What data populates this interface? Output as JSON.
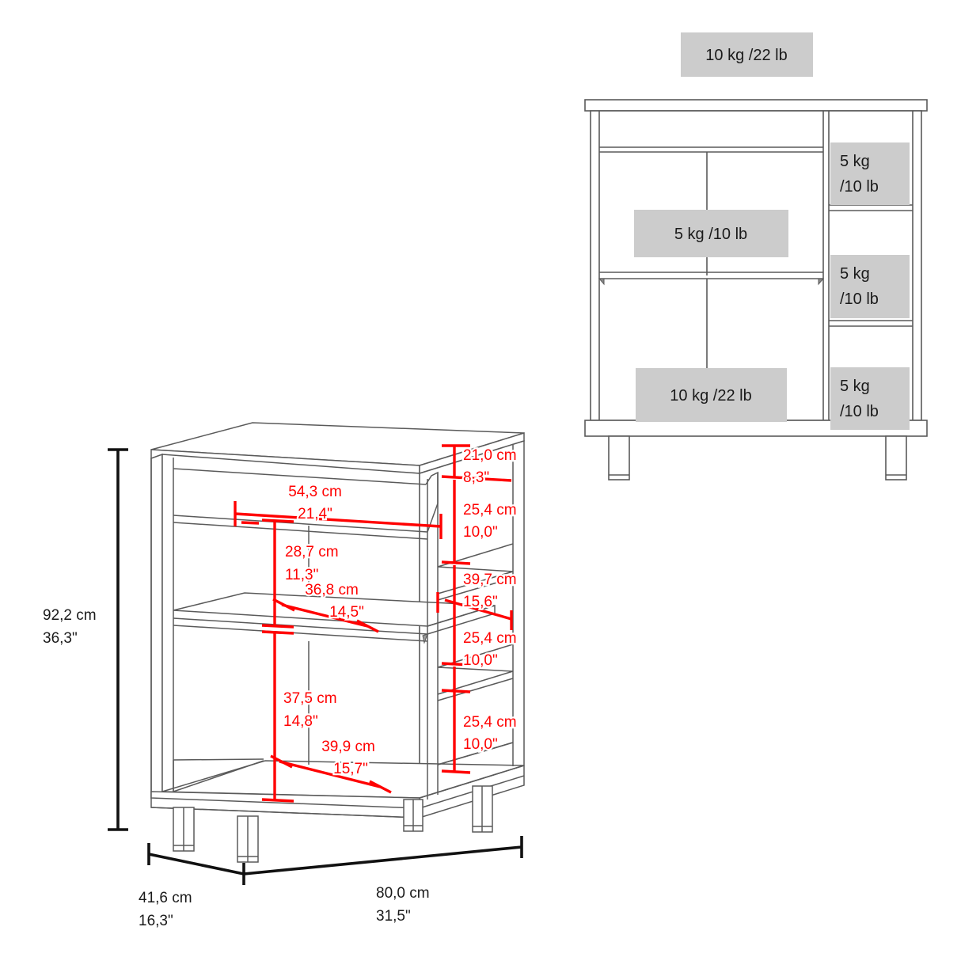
{
  "doc": {
    "type": "furniture-dimension-diagram",
    "accent_red": "#ff0000",
    "line_color": "#4a4a4a",
    "label_bg": "#cccccc",
    "text_color": "#1a1a1a"
  },
  "front_view": {
    "name": "front-elevation-load-capacity-view",
    "load_labels": {
      "top_surface": "10 kg /22 lb",
      "upper_left_shelf": "5 kg /10 lb",
      "lower_left_compartment": "10 kg /22 lb",
      "right_cubby_top_line1": "5 kg",
      "right_cubby_top_line2": "/10 lb",
      "right_cubby_mid_line1": "5 kg",
      "right_cubby_mid_line2": "/10 lb",
      "right_cubby_bottom_line1": "5 kg",
      "right_cubby_bottom_line2": "/10 lb"
    }
  },
  "iso_view": {
    "name": "isometric-dimension-view",
    "overall": {
      "height_cm": "92,2 cm",
      "height_in": "36,3\"",
      "depth_cm": "41,6 cm",
      "depth_in": "16,3\"",
      "width_cm": "80,0 cm",
      "width_in": "31,5\""
    },
    "internal": {
      "drawer_width_cm": "54,3 cm",
      "drawer_width_in": "21,4\"",
      "upper_compartment_height_cm": "28,7 cm",
      "upper_compartment_height_in": "11,3\"",
      "shelf_depth_cm": "36,8 cm",
      "shelf_depth_in": "14,5\"",
      "lower_compartment_height_cm": "37,5 cm",
      "lower_compartment_height_in": "14,8\"",
      "base_depth_cm": "39,9 cm",
      "base_depth_in": "15,7\"",
      "right_top_gap_cm": "21,0 cm",
      "right_top_gap_in": "8,3\"",
      "right_cubby1_cm": "25,4 cm",
      "right_cubby1_in": "10,0\"",
      "right_cubby_depth_cm": "39,7 cm",
      "right_cubby_depth_in": "15,6\"",
      "right_cubby2_cm": "25,4 cm",
      "right_cubby2_in": "10,0\"",
      "right_cubby3_cm": "25,4 cm",
      "right_cubby3_in": "10,0\""
    }
  }
}
